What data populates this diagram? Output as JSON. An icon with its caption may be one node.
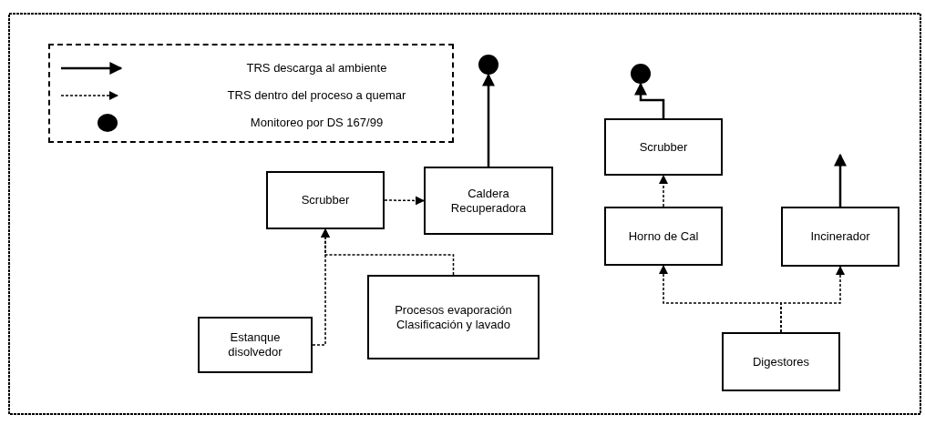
{
  "diagram": {
    "nodes": [
      {
        "text": [
          "Scrubber"
        ]
      },
      {
        "text": [
          "Caldera Recuperadora"
        ]
      },
      {
        "text": [
          "Procesos evaporación Clasificación y lavado"
        ]
      },
      {
        "text": [
          "Estanque disolvedor"
        ]
      },
      {
        "text": [
          "Scrubber"
        ]
      },
      {
        "text": [
          "Horno de Cal"
        ]
      },
      {
        "text": [
          "Incinerador"
        ]
      },
      {
        "text": [
          "Digestores"
        ]
      },
      {
        "text": [],
        "shape": "circle"
      },
      {
        "text": [],
        "shape": "circle"
      }
    ],
    "edges": [
      {
        "from": 0,
        "to": 1,
        "arrow": "to",
        "style": "dashed"
      },
      {
        "from": 1,
        "to": 8,
        "arrow": "to"
      },
      {
        "from": 3,
        "to": 0,
        "arrow": "to",
        "style": "dashed"
      },
      {
        "from": 2,
        "to": 0,
        "arrow": "to",
        "style": "dashed"
      },
      {
        "from": 5,
        "to": 4,
        "arrow": "to",
        "style": "dashed"
      },
      {
        "from": 4,
        "to": 9,
        "arrow": "to"
      },
      {
        "from": 7,
        "to": 5,
        "arrow": "to",
        "style": "dashed"
      },
      {
        "from": 7,
        "to": 6,
        "arrow": "to",
        "style": "dashed"
      },
      {
        "from": 6,
        "to": null,
        "arrow": "to"
      }
    ],
    "legend": [
      {
        "text": "TRS descarga al ambiente"
      },
      {
        "text": "TRS dentro del proceso a quemar"
      },
      {
        "text": "Monitoreo por DS 167/99"
      }
    ]
  }
}
